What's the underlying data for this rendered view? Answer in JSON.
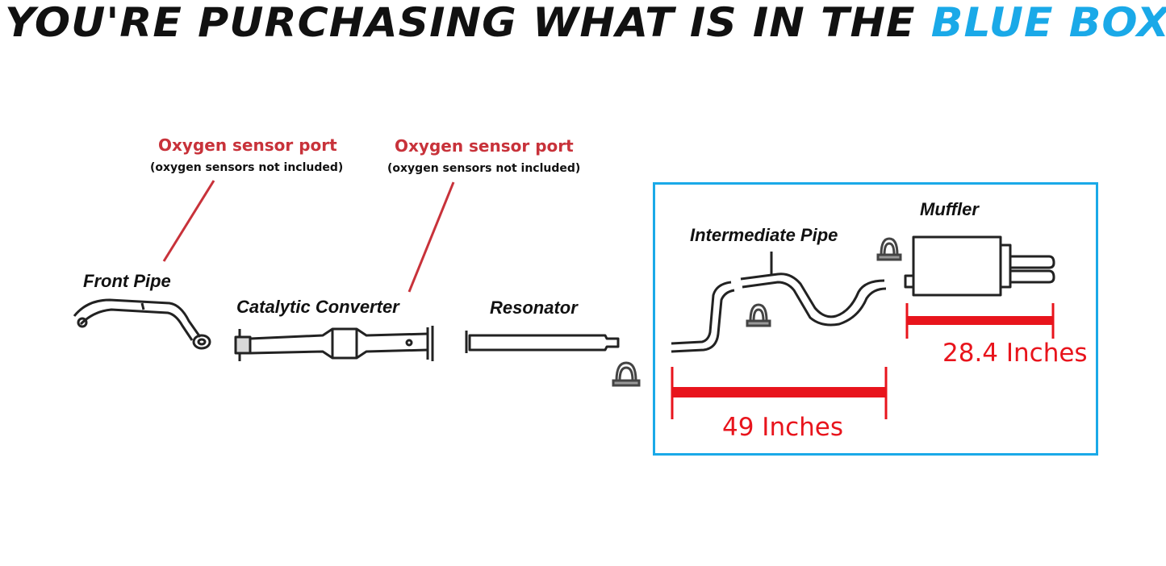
{
  "headline": {
    "prefix": "YOU'RE PURCHASING WHAT IS IN THE",
    "highlight": "BLUE BOX"
  },
  "sensor_callouts": [
    {
      "title": "Oxygen sensor port",
      "note": "(oxygen sensors not included)"
    },
    {
      "title": "Oxygen sensor port",
      "note": "(oxygen sensors not included)"
    }
  ],
  "parts": {
    "front_pipe": "Front Pipe",
    "catalytic_converter": "Catalytic Converter",
    "resonator": "Resonator",
    "intermediate_pipe": "Intermediate Pipe",
    "muffler": "Muffler"
  },
  "measurements": {
    "intermediate_pipe": "49 Inches",
    "muffler": "28.4 Inches"
  },
  "colors": {
    "highlight_blue": "#1aa9e8",
    "callout_red": "#c8323a",
    "measure_red": "#e8141c"
  }
}
